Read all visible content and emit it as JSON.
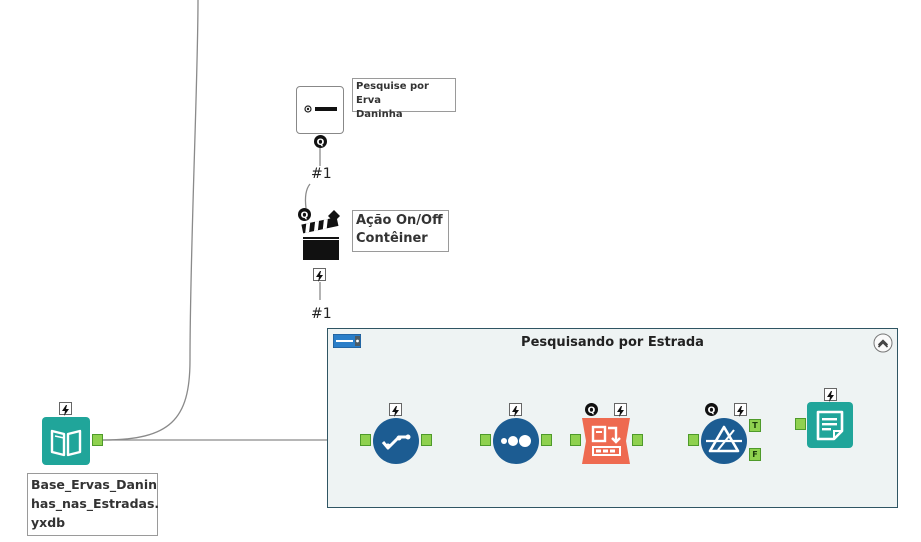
{
  "canvas": {
    "background": "#ffffff"
  },
  "tools": {
    "textbox": {
      "icon": "text-box-icon",
      "label": "Pesquise por Erva\nDaninha",
      "connection_label": "#1"
    },
    "action": {
      "icon": "clapperboard-icon",
      "label": "Ação On/Off\nContêiner",
      "connection_label": "#1"
    },
    "input": {
      "icon": "open-book-icon",
      "label": "Base_Ervas_Danin\nhas_nas_Estradas.\nyxdb",
      "color": "#20a59a"
    }
  },
  "container": {
    "title": "Pesquisando por Estrada",
    "tools": [
      {
        "name": "select-tool",
        "icon": "checkmark-circle-icon",
        "color": "#1c5c92"
      },
      {
        "name": "sample-tool",
        "icon": "dots-circle-icon",
        "color": "#1c5c92"
      },
      {
        "name": "formula-tool",
        "icon": "formula-icon",
        "color": "#ee6a50"
      },
      {
        "name": "filter-tool",
        "icon": "filter-triangle-icon",
        "color": "#1c5c92"
      },
      {
        "name": "browse-tool",
        "icon": "browse-icon",
        "color": "#20a59a"
      }
    ],
    "filter_outputs": {
      "true_label": "T",
      "false_label": "F"
    }
  },
  "colors": {
    "wire": "#7d7d7d",
    "anchor_green": "#8fd14f",
    "container_border": "#2f5563"
  }
}
